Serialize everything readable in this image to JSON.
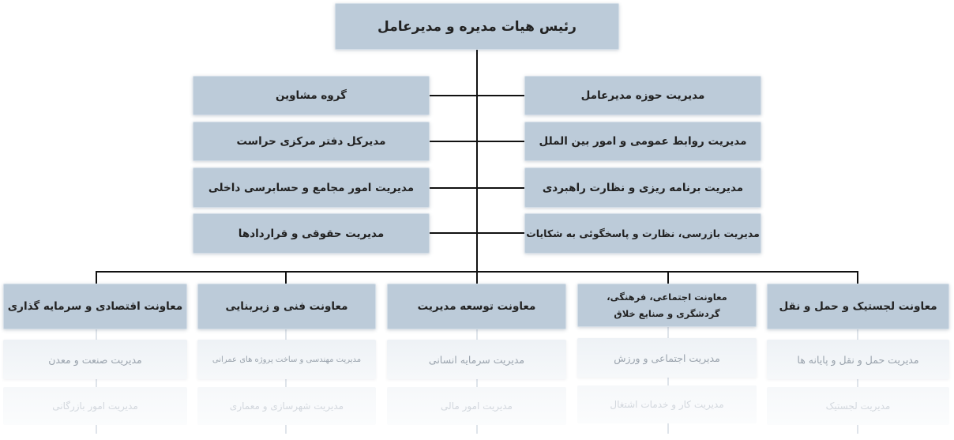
{
  "top": "رئیس هیات مدیره و مدیرعامل",
  "left_column": [
    "گروه مشاوین",
    "مدیرکل دفتر مرکزی حراست",
    "مدیریت امور مجامع و حسابرسی داخلی",
    "مدیریت حقوقی و قراردادها"
  ],
  "right_column": [
    "مدیریت حوزه مدیرعامل",
    "مدیریت روابط عمومی و امور بین الملل",
    "مدیریت برنامه ریزی و نظارت راهبردی",
    "مدیریت بازرسی، نظارت و پاسخگوئی به شکایات"
  ],
  "deputies": [
    {
      "title": "معاونت اقتصادی و سرمایه گذاری",
      "sub1": "مدیریت صنعت و معدن",
      "sub2": "مدیریت امور بازرگانی"
    },
    {
      "title": "معاونت فنی و زیربنایی",
      "sub1": "مدیریت مهندسی و ساخت پروژه های عمرانی",
      "sub2": "مدیریت شهرسازی و معماری"
    },
    {
      "title": "معاونت توسعه مدیریت",
      "sub1": "مدیریت سرمایه انسانی",
      "sub2": "مدیریت امور مالی"
    },
    {
      "title_line1": "معاونت اجتماعی، فرهنگی،",
      "title_line2": "گردشگری و صنایع خلاق",
      "sub1": "مدیریت اجتماعی و ورزش",
      "sub2": "مدیریت کار و خدمات اشتغال"
    },
    {
      "title": "معاونت لجستیک و حمل و نقل",
      "sub1": "مدیریت حمل و نقل و پایانه ها",
      "sub2": "مدیریت لجستیک"
    }
  ],
  "colors": {
    "box_fill": "#bccbd9",
    "connector": "#111111",
    "faded_text": "#9aa3ad"
  }
}
